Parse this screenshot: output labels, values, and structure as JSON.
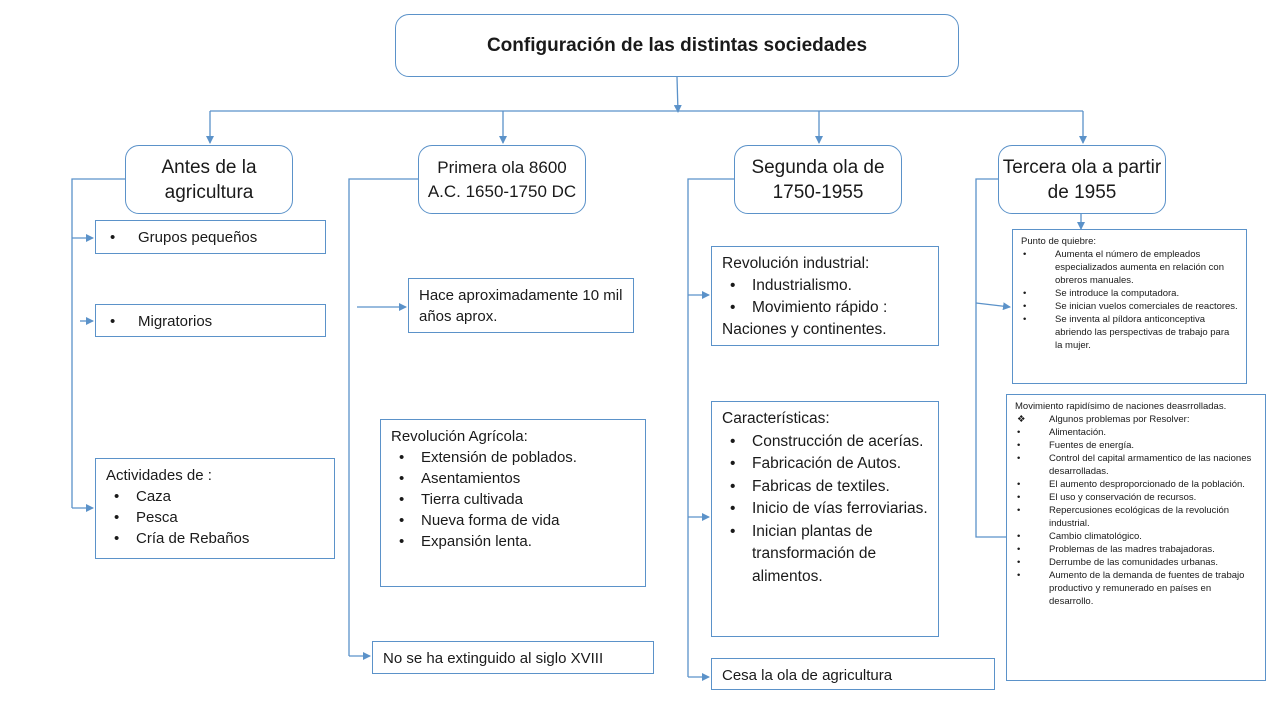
{
  "title": "Configuración de las distintas sociedades",
  "headers": {
    "antes": "Antes de la agricultura",
    "primera": "Primera ola 8600 A.C. 1650-1750 DC",
    "segunda": "Segunda ola de 1750-1955",
    "tercera": "Tercera ola a partir de 1955"
  },
  "antes": {
    "grupos": "Grupos pequeños",
    "migratorios": "Migratorios",
    "actividades_title": "Actividades de :",
    "actividades": [
      "Caza",
      "Pesca",
      "Cría de Rebaños"
    ]
  },
  "primera": {
    "hace": "Hace aproximadamente 10 mil años aprox.",
    "revolucion_title": "Revolución Agrícola:",
    "revolucion": [
      "Extensión de poblados.",
      "Asentamientos",
      "Tierra cultivada",
      "Nueva forma de vida",
      "Expansión lenta."
    ],
    "no_extinguido": "No se ha extinguido al siglo XVIII"
  },
  "segunda": {
    "industrial_title": "Revolución industrial:",
    "industrial": [
      "Industrialismo.",
      "Movimiento rápido :"
    ],
    "industrial_tail": "Naciones  y continentes.",
    "caracteristicas_title": "Características:",
    "caracteristicas": [
      "Construcción de acerías.",
      "Fabricación de Autos.",
      "Fabricas de textiles.",
      "Inicio de vías ferroviarias.",
      "Inician plantas de transformación de alimentos."
    ],
    "cesa": "Cesa la ola de agricultura"
  },
  "tercera": {
    "quiebre_title": "Punto de quiebre:",
    "quiebre": [
      "Aumenta el número de empleados especializados aumenta en relación con obreros manuales.",
      "Se introduce la computadora.",
      "Se inician vuelos comerciales de reactores.",
      "Se inventa al píldora anticonceptiva abriendo las perspectivas de trabajo para la mujer."
    ],
    "movimiento_title": "Movimiento rapidísimo de naciones deasrrolladas.",
    "problemas_title": "Algunos problemas por Resolver:",
    "problemas": [
      "Alimentación.",
      "Fuentes de energía.",
      "Control del capital armamentico de las naciones desarrolladas.",
      "El aumento desproporcionado de la población.",
      "El uso y conservación de recursos.",
      "Repercusiones ecológicas de la revolución industrial.",
      "Cambio climatológico.",
      "Problemas de las madres trabajadoras.",
      "Derrumbe de las comunidades urbanas.",
      "Aumento de la demanda de fuentes de trabajo productivo y remunerado en países en desarrollo."
    ]
  },
  "colors": {
    "line": "#5b92c9",
    "text": "#1a1a1a"
  }
}
